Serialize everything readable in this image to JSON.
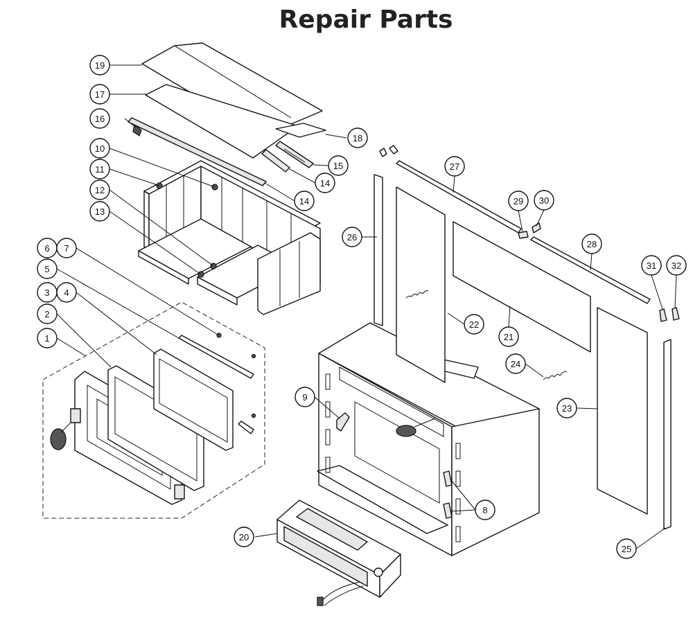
{
  "title": "Repair Parts",
  "callouts": [
    {
      "id": "c1",
      "label": "1"
    },
    {
      "id": "c2",
      "label": "2"
    },
    {
      "id": "c3",
      "label": "3"
    },
    {
      "id": "c4",
      "label": "4"
    },
    {
      "id": "c5",
      "label": "5"
    },
    {
      "id": "c6",
      "label": "6"
    },
    {
      "id": "c7",
      "label": "7"
    },
    {
      "id": "c8",
      "label": "8"
    },
    {
      "id": "c9",
      "label": "9"
    },
    {
      "id": "c10",
      "label": "10"
    },
    {
      "id": "c11",
      "label": "11"
    },
    {
      "id": "c12",
      "label": "12"
    },
    {
      "id": "c13",
      "label": "13"
    },
    {
      "id": "c14a",
      "label": "14"
    },
    {
      "id": "c14b",
      "label": "14"
    },
    {
      "id": "c15",
      "label": "15"
    },
    {
      "id": "c16",
      "label": "16"
    },
    {
      "id": "c17",
      "label": "17"
    },
    {
      "id": "c18",
      "label": "18"
    },
    {
      "id": "c19",
      "label": "19"
    },
    {
      "id": "c20",
      "label": "20"
    },
    {
      "id": "c21",
      "label": "21"
    },
    {
      "id": "c22",
      "label": "22"
    },
    {
      "id": "c23",
      "label": "23"
    },
    {
      "id": "c24",
      "label": "24"
    },
    {
      "id": "c25",
      "label": "25"
    },
    {
      "id": "c26",
      "label": "26"
    },
    {
      "id": "c27",
      "label": "27"
    },
    {
      "id": "c28",
      "label": "28"
    },
    {
      "id": "c29",
      "label": "29"
    },
    {
      "id": "c30",
      "label": "30"
    },
    {
      "id": "c31",
      "label": "31"
    },
    {
      "id": "c32",
      "label": "32"
    }
  ]
}
